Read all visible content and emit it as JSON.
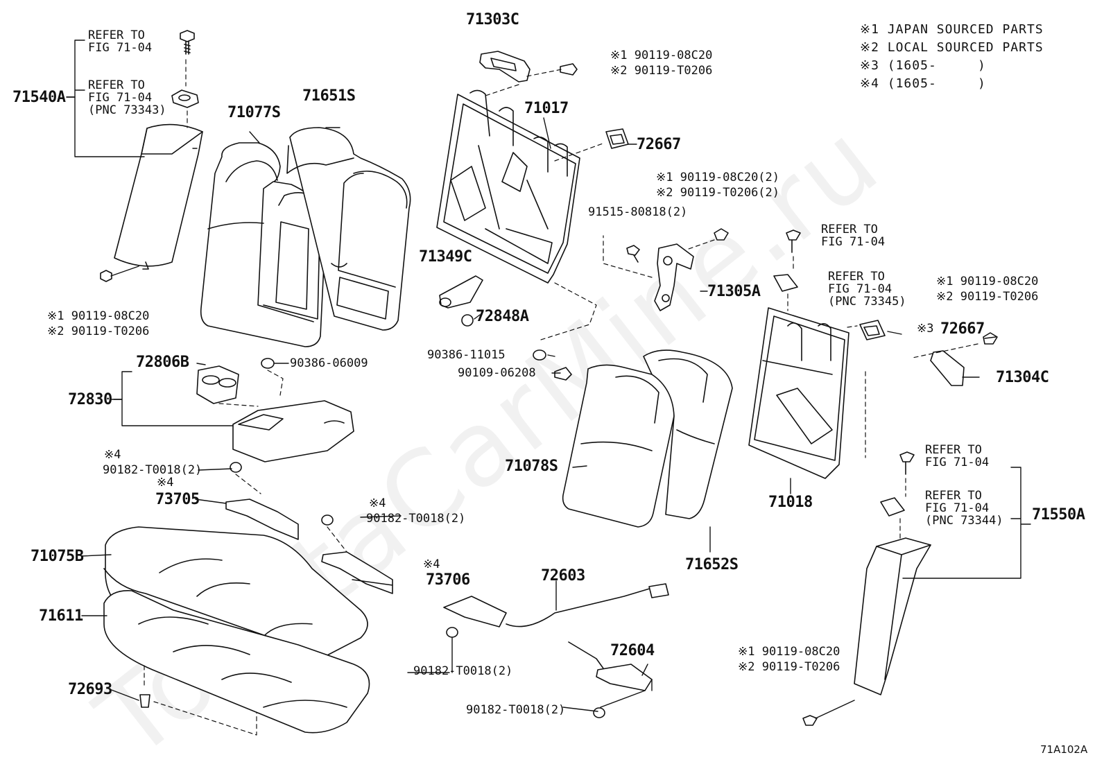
{
  "legend": {
    "j1": "※1 JAPAN SOURCED PARTS",
    "j2": "※2 LOCAL SOURCED PARTS",
    "j3": "※3 (1605-     )",
    "j4": "※4 (1605-     )"
  },
  "watermark": "ToyotaCarMine.ru",
  "figure_code": "71A102A",
  "refer": {
    "r1": "REFER TO\nFIG 71-04",
    "r2": "REFER TO\nFIG 71-04\n(PNC 73343)",
    "r3": "REFER TO\nFIG 71-04",
    "r4": "REFER TO\nFIG 71-04\n(PNC 73345)",
    "r5": "REFER TO\nFIG 71-04",
    "r6": "REFER TO\nFIG 71-04\n(PNC 73344)"
  },
  "parts": {
    "p71540A": "71540A",
    "p71077S": "71077S",
    "p71651S": "71651S",
    "p71303C": "71303C",
    "p71017": "71017",
    "p72667a": "72667",
    "p91515": "91515-80818(2)",
    "p71349C": "71349C",
    "p72848A": "72848A",
    "p71305A": "71305A",
    "p72806B": "72806B",
    "p90386_06009": "90386-06009",
    "p72830": "72830",
    "p90386_11015": "90386-11015",
    "p90109": "90109-06208",
    "p71078S": "71078S",
    "p71652S": "71652S",
    "p71018": "71018",
    "p72667b": "72667",
    "p71304C": "71304C",
    "p71550A": "71550A",
    "p73705": "73705",
    "p73706": "73706",
    "p71075B": "71075B",
    "p71611": "71611",
    "p72693": "72693",
    "p72603": "72603",
    "p72604": "72604",
    "p90182a": "90182-T0018(2)",
    "p90182b": "90182-T0018(2)",
    "p90182c": "90182-T0018(2)",
    "p90182d": "90182-T0018(2)"
  },
  "notes": {
    "n1a": "※1 90119-08C20",
    "n1b": "※2 90119-T0206",
    "n2a": "※1 90119-08C20(2)",
    "n2b": "※2 90119-T0206(2)",
    "n3a": "※1 90119-08C20",
    "n3b": "※2 90119-T0206",
    "n4a": "※1 90119-08C20",
    "n4b": "※2 90119-T0206",
    "n5a": "※1 90119-08C20",
    "n5b": "※2 90119-T0206",
    "m3": "※3",
    "m4a": "※4",
    "m4b": "※4",
    "m4c": "※4",
    "m4d": "※4"
  }
}
